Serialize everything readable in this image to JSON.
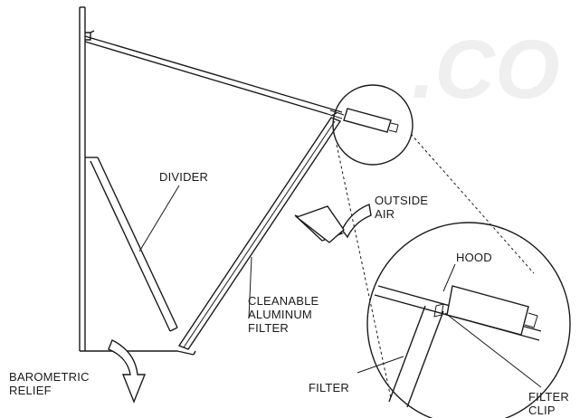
{
  "watermark": ".CO",
  "labels": {
    "divider": "DIVIDER",
    "outside_air_line1": "OUTSIDE",
    "outside_air_line2": "AIR",
    "hood": "HOOD",
    "cleanable_line1": "CLEANABLE",
    "cleanable_line2": "ALUMINUM",
    "cleanable_line3": "FILTER",
    "barometric_line1": "BAROMETRIC",
    "barometric_line2": "RELIEF",
    "filter": "FILTER",
    "filter_clip_line1": "FILTER",
    "filter_clip_line2": "CLIP"
  }
}
